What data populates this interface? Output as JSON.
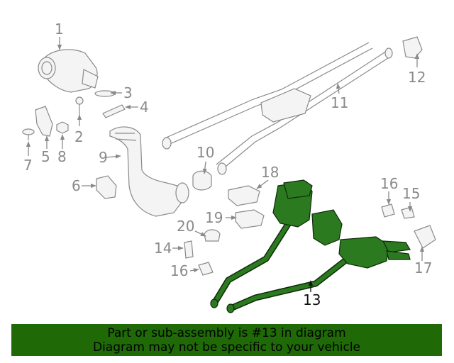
{
  "diagram": {
    "callouts": [
      {
        "id": "1",
        "label": "1"
      },
      {
        "id": "2",
        "label": "2"
      },
      {
        "id": "3",
        "label": "3"
      },
      {
        "id": "4",
        "label": "4"
      },
      {
        "id": "5",
        "label": "5"
      },
      {
        "id": "6",
        "label": "6"
      },
      {
        "id": "7",
        "label": "7"
      },
      {
        "id": "8",
        "label": "8"
      },
      {
        "id": "9",
        "label": "9"
      },
      {
        "id": "10",
        "label": "10"
      },
      {
        "id": "11",
        "label": "11"
      },
      {
        "id": "12",
        "label": "12"
      },
      {
        "id": "13",
        "label": "13"
      },
      {
        "id": "14",
        "label": "14"
      },
      {
        "id": "15",
        "label": "15"
      },
      {
        "id": "16a",
        "label": "16"
      },
      {
        "id": "16b",
        "label": "16"
      },
      {
        "id": "17",
        "label": "17"
      },
      {
        "id": "18",
        "label": "18"
      },
      {
        "id": "19",
        "label": "19"
      },
      {
        "id": "20",
        "label": "20"
      }
    ],
    "highlighted_part": "13",
    "colors": {
      "highlight": "#2c7a1f",
      "parts": "#8a8a8a",
      "banner": "#1f6a07"
    }
  },
  "banner": {
    "line1": "Part or sub-assembly is #13 in diagram",
    "line2": "Diagram may not be specific to your vehicle"
  }
}
